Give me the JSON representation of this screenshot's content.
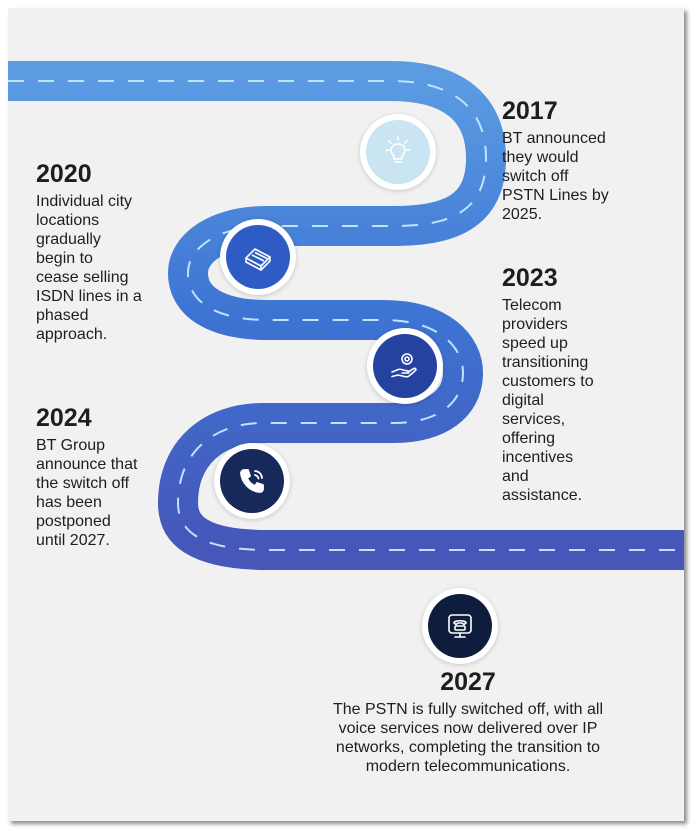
{
  "colors": {
    "background": "#f1f1f2",
    "road_light": "#5b9be2",
    "road_mid": "#3d74d3",
    "road_dark": "#4656b9",
    "road_dash": "#bfe3ff",
    "marker_2017": "#c9e4f3",
    "marker_2020": "#2f5cc4",
    "marker_2023": "#2443a0",
    "marker_2024": "#17285a",
    "marker_2027": "#0f1d3d"
  },
  "timeline": [
    {
      "year": "2017",
      "text": "BT announced\nthey would\nswitch off\nPSTN Lines by\n2025.",
      "icon": "lightbulb-icon"
    },
    {
      "year": "2020",
      "text": "Individual city\nlocations\ngradually\nbegin to\ncease selling\nISDN lines in a\nphased\napproach.",
      "icon": "router-icon"
    },
    {
      "year": "2023",
      "text": "Telecom\nproviders\nspeed up\ntransitioning\ncustomers to\ndigital\nservices,\noffering\nincentives\nand\nassistance.",
      "icon": "hand-coin-icon"
    },
    {
      "year": "2024",
      "text": "BT Group\nannounce that\nthe switch off\nhas been\npostponed\nuntil 2027.",
      "icon": "phone-ringing-icon"
    },
    {
      "year": "2027",
      "text": "The PSTN is fully switched off, with all\nvoice services now delivered over IP\nnetworks, completing the transition to\nmodern telecommunications.",
      "icon": "desk-phone-icon"
    }
  ]
}
